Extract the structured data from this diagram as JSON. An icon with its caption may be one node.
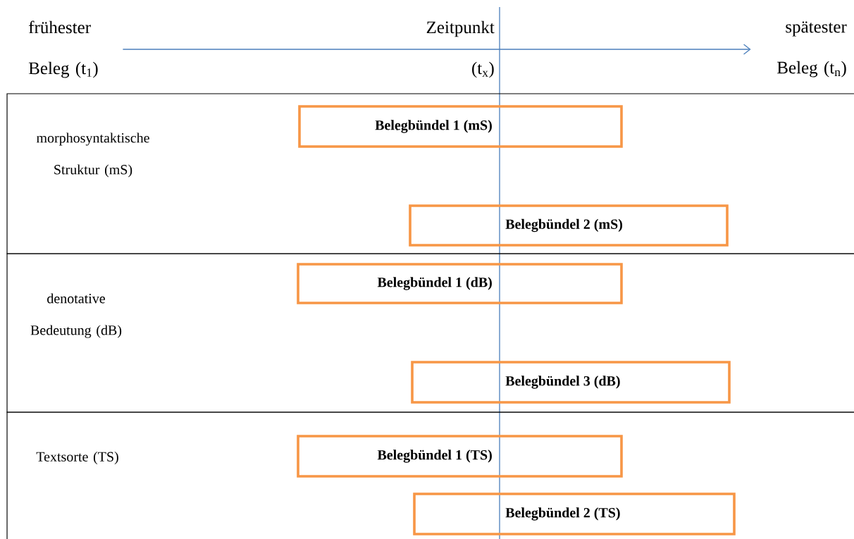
{
  "diagram": {
    "nodes": [
      {
        "text": [
          "frühester Beleg (t$_{1}$)"
        ]
      },
      {
        "text": [
          "Zeitpunkt (t$_{x}$)"
        ]
      },
      {
        "text": [
          "spätester Beleg (t$_{n}$)"
        ]
      },
      {
        "text": [
          "morphosyntaktische Struktur (mS)"
        ]
      },
      {
        "text": [
          "Belegbündel 1 (mS)"
        ],
        "in": 3
      },
      {
        "text": [
          "Belegbündel 2 (mS)"
        ],
        "in": 3
      },
      {
        "text": [
          "denotative Bedeutung (dB)"
        ]
      },
      {
        "text": [
          "Belegbündel 1 (dB)"
        ],
        "in": 6
      },
      {
        "text": [
          "Belegbündel 3 (dB)"
        ],
        "in": 6
      },
      {
        "text": [
          "Textsorte (TS)"
        ]
      },
      {
        "text": [
          "Belegbündel 1 (TS)"
        ],
        "in": 9
      },
      {
        "text": [
          "Belegbündel 2 (TS)"
        ],
        "in": 9
      }
    ],
    "edges": [
      {
        "from": 0,
        "to": 2,
        "arrow": "to"
      }
    ]
  }
}
